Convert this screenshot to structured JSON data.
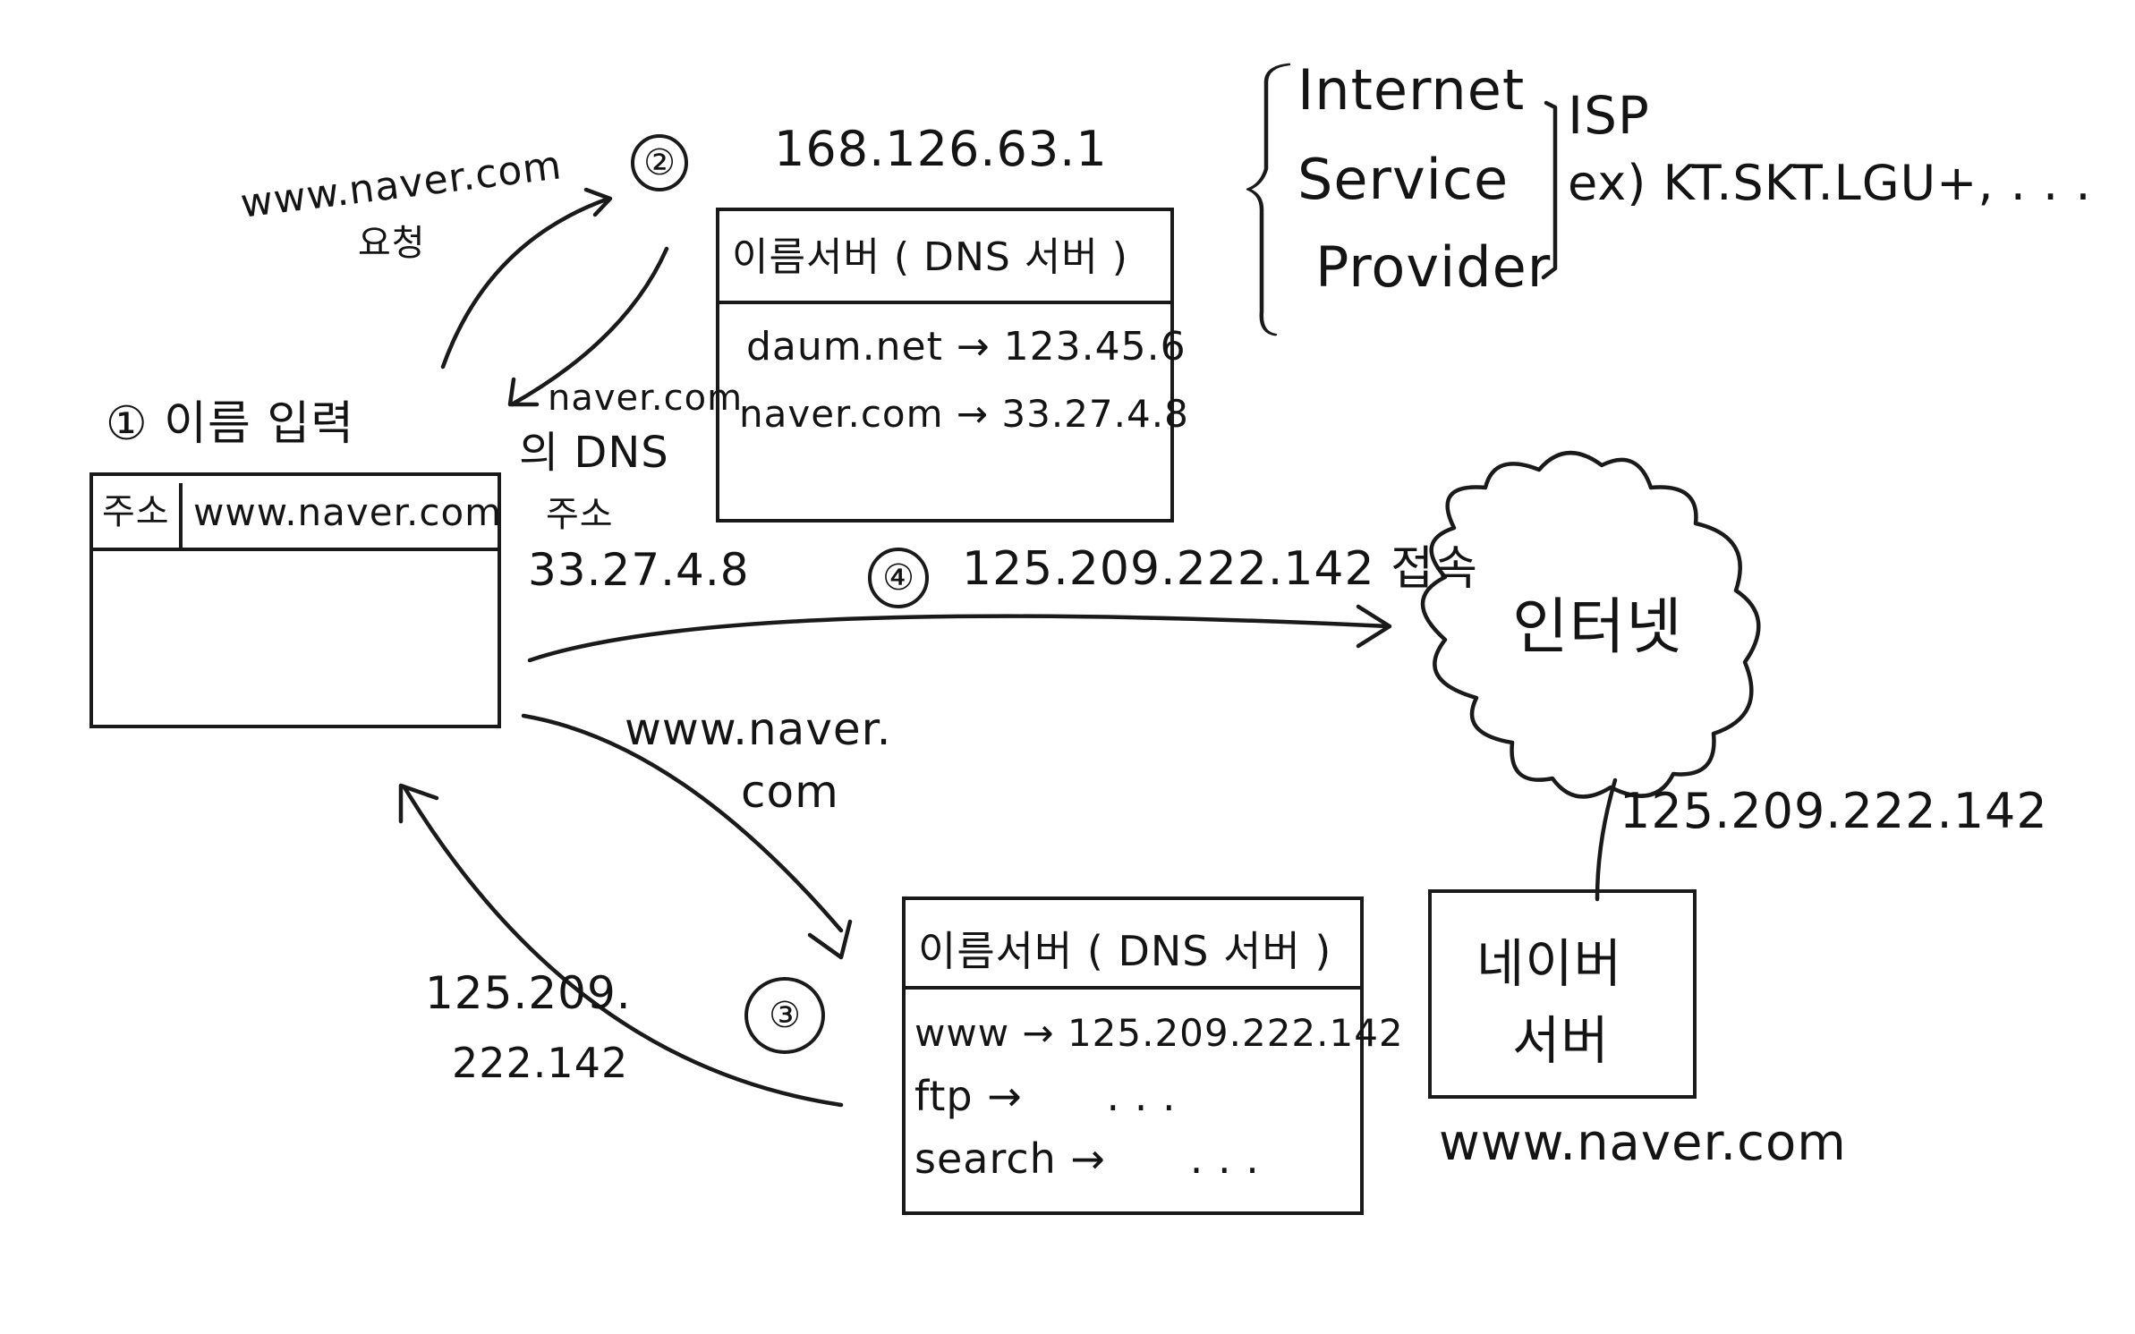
{
  "browser": {
    "step_label": "① 이름 입력",
    "address_label": "주소",
    "address_value": "www.naver.com"
  },
  "step2": {
    "marker": "②",
    "request_url": "www.naver.com",
    "request_word": "요청",
    "server_ip": "168.126.63.1",
    "response_lines": [
      "naver.com",
      "의 DNS",
      "주소",
      "33.27.4.8"
    ]
  },
  "dns_server_top": {
    "title": "이름서버 ( DNS 서버 )",
    "entries": [
      "daum.net → 123.45.6",
      "naver.com → 33.27.4.8"
    ]
  },
  "isp": {
    "lines": [
      "Internet",
      "Service",
      "Provider"
    ],
    "abbr": "ISP",
    "example": "ex) KT.SKT.LGU+, . . ."
  },
  "step4": {
    "marker": "④",
    "text": "125.209.222.142 접속"
  },
  "internet": {
    "label": "인터넷",
    "link_ip": "125.209.222.142"
  },
  "step3": {
    "marker": "③",
    "request_lines": [
      "www.naver.",
      "com"
    ],
    "response_lines": [
      "125.209.",
      "222.142"
    ]
  },
  "dns_server_bottom": {
    "title": "이름서버 ( DNS 서버 )",
    "entries": [
      "www → 125.209.222.142",
      "ftp →      . . .",
      "search →      . . ."
    ]
  },
  "naver_server": {
    "lines": [
      "네이버",
      "서버"
    ],
    "domain": "www.naver.com"
  }
}
